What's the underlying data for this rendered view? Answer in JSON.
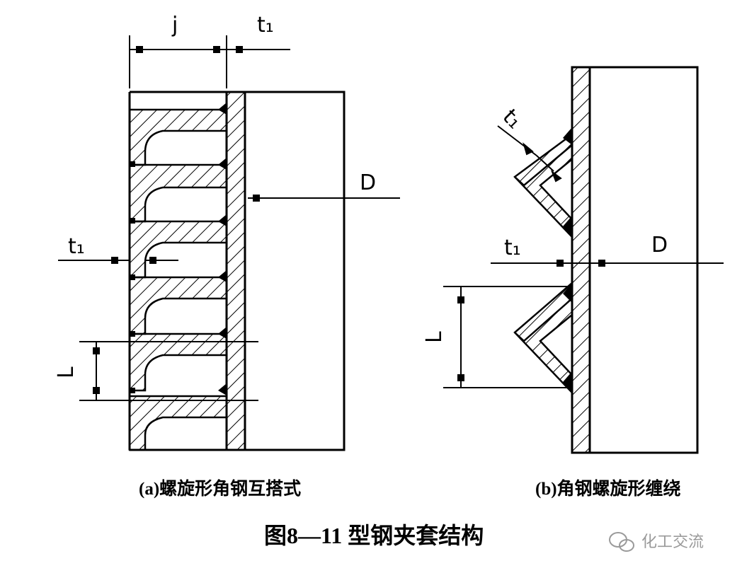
{
  "left_diagram": {
    "labels": {
      "j": "j",
      "t1_top": "t₁",
      "D": "D",
      "t1_mid": "t₁",
      "L": "L"
    },
    "caption": "(a)螺旋形角钢互搭式"
  },
  "right_diagram": {
    "labels": {
      "t1_diag": "t₁",
      "t1": "t₁",
      "D": "D",
      "L": "L"
    },
    "caption": "(b)角钢螺旋形缠绕"
  },
  "figure_title": "图8—11  型钢夹套结构",
  "watermark": {
    "icon": "wechat-icon",
    "text": "化工交流"
  }
}
